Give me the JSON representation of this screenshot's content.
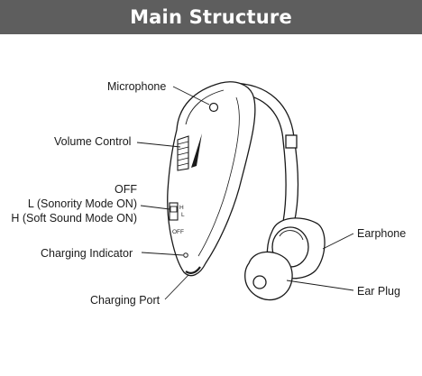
{
  "header": {
    "title": "Main Structure"
  },
  "labels": {
    "microphone": "Microphone",
    "volume_control": "Volume Control",
    "switch_off": "OFF",
    "switch_l": "L (Sonority Mode ON)",
    "switch_h": "H (Soft Sound Mode ON)",
    "charging_indicator": "Charging Indicator",
    "charging_port": "Charging Port",
    "earphone": "Earphone",
    "ear_plug": "Ear Plug"
  },
  "switch_marks": {
    "h": "H",
    "l": "L",
    "off": "OFF"
  },
  "colors": {
    "banner": "#5e5e5e",
    "banner_text": "#ffffff",
    "line": "#1a1a1a"
  }
}
